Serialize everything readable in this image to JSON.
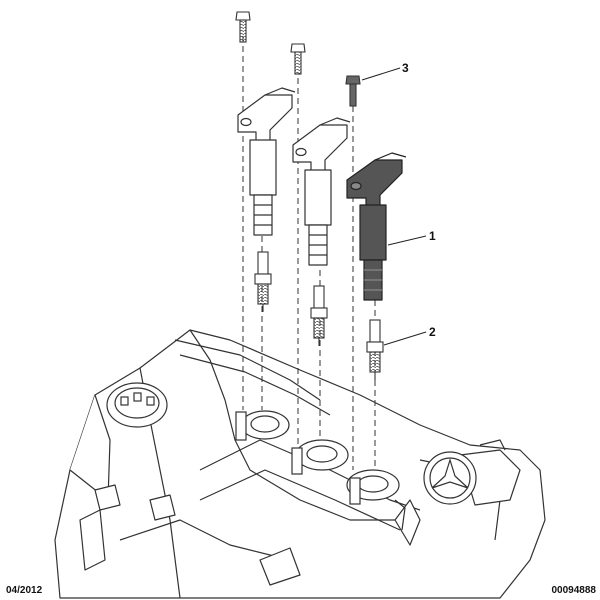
{
  "callouts": {
    "ignition_coil": "1",
    "spark_plug": "2",
    "fixing_screw": "3"
  },
  "footer": {
    "date": "04/2012",
    "reference": "00094888"
  },
  "colors": {
    "line": "#333333",
    "highlight": "#555555",
    "background": "#ffffff"
  }
}
